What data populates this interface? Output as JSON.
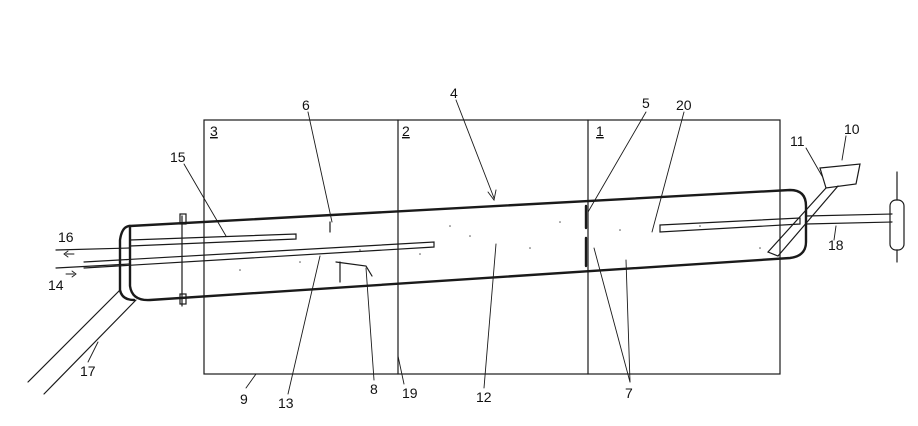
{
  "zones": [
    "3",
    "2",
    "1"
  ],
  "labels": [
    "4",
    "5",
    "6",
    "7",
    "8",
    "9",
    "10",
    "11",
    "12",
    "13",
    "14",
    "15",
    "16",
    "17",
    "18",
    "19",
    "20"
  ]
}
